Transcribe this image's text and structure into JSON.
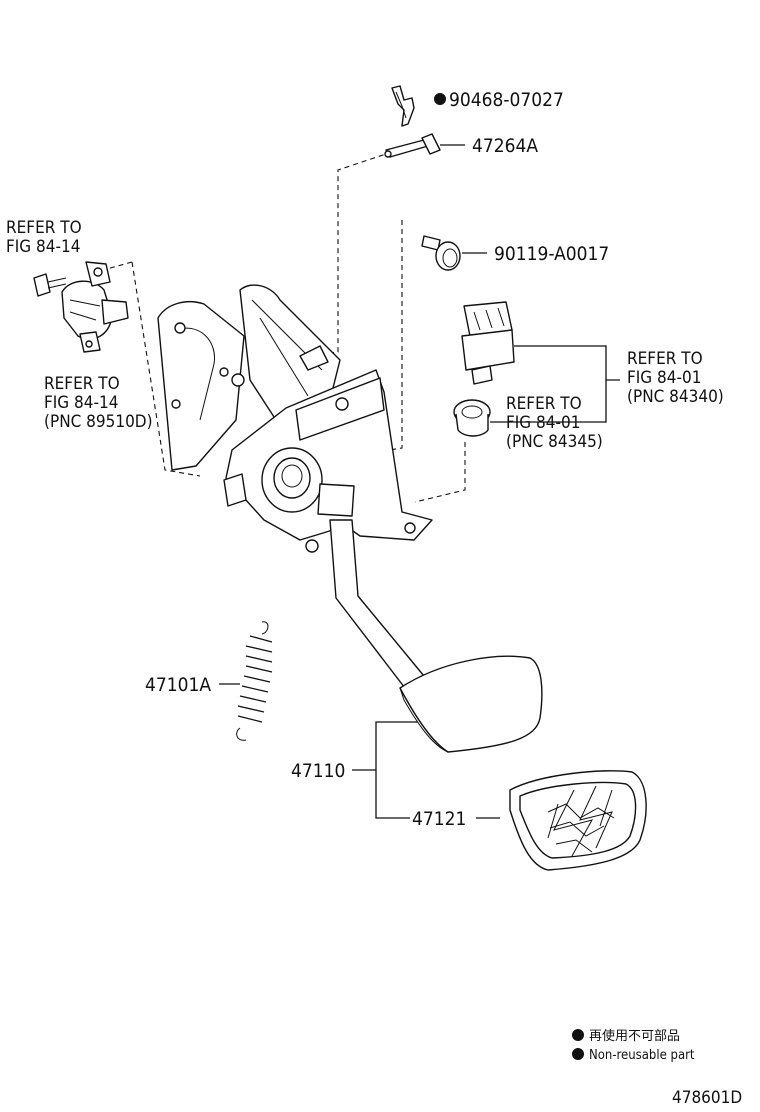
{
  "parts": {
    "clip": "90468-07027",
    "pin": "47264A",
    "bolt": "90119-A0017",
    "spring": "47101A",
    "pedal_assy": "47110",
    "pad": "47121"
  },
  "refs": {
    "sensor_bolt_line1": "REFER TO",
    "sensor_bolt_line2": "FIG 84-14",
    "sensor_line1": "REFER TO",
    "sensor_line2": "FIG 84-14",
    "sensor_line3": "(PNC 89510D)",
    "switch_line1": "REFER TO",
    "switch_line2": "FIG 84-01",
    "switch_line3": "(PNC 84340)",
    "cushion_line1": "REFER TO",
    "cushion_line2": "FIG 84-01",
    "cushion_line3": "(PNC 84345)"
  },
  "legend": {
    "jp": "再使用不可部品",
    "en": "Non-reusable part"
  },
  "figure_id": "478601D",
  "icons": {
    "non_reusable_marker": "filled-circle"
  }
}
